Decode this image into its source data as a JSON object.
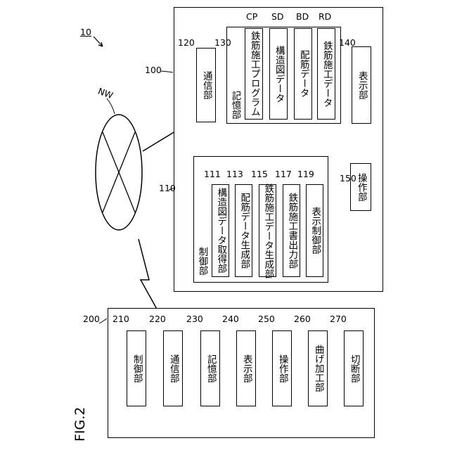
{
  "figure_label": "FIG.2",
  "system_ref": "10",
  "network": {
    "label": "NW"
  },
  "server": {
    "ref": "100",
    "communication": {
      "ref": "120",
      "label": "通信部"
    },
    "storage": {
      "ref": "130",
      "label": "記憶部",
      "items": [
        {
          "ref": "CP",
          "label": "鉄筋施工プログラム"
        },
        {
          "ref": "SD",
          "label": "構造図データ"
        },
        {
          "ref": "BD",
          "label": "配筋データ"
        },
        {
          "ref": "RD",
          "label": "鉄筋施工データ"
        }
      ]
    },
    "display": {
      "ref": "140",
      "label": "表示部"
    },
    "operation": {
      "ref": "150",
      "label": "操作部"
    },
    "control": {
      "ref": "110",
      "label": "制御部",
      "items": [
        {
          "ref": "111",
          "label": "構造図データ取得部"
        },
        {
          "ref": "113",
          "label": "配筋データ生成部"
        },
        {
          "ref": "115",
          "label": "鉄筋施工データ生成部"
        },
        {
          "ref": "117",
          "label": "鉄筋施工書出力部"
        },
        {
          "ref": "119",
          "label": "表示制御部"
        }
      ]
    }
  },
  "machine": {
    "ref": "200",
    "units": [
      {
        "ref": "210",
        "label": "制御部"
      },
      {
        "ref": "220",
        "label": "通信部"
      },
      {
        "ref": "230",
        "label": "記憶部"
      },
      {
        "ref": "240",
        "label": "表示部"
      },
      {
        "ref": "250",
        "label": "操作部"
      },
      {
        "ref": "260",
        "label": "曲げ加工部"
      },
      {
        "ref": "270",
        "label": "切断部"
      }
    ]
  }
}
